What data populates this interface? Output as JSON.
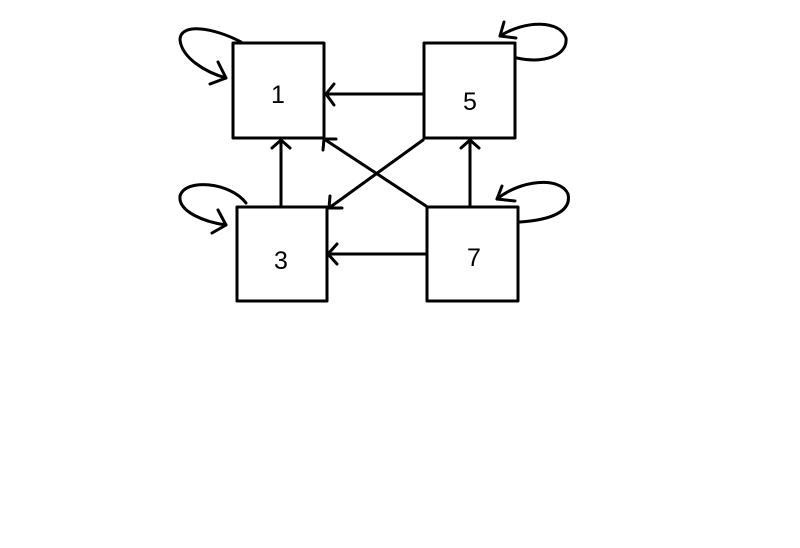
{
  "nodes": [
    {
      "id": "1",
      "label": "1"
    },
    {
      "id": "5",
      "label": "5"
    },
    {
      "id": "3",
      "label": "3"
    },
    {
      "id": "7",
      "label": "7"
    }
  ],
  "edges": [
    {
      "from": "1",
      "to": "1"
    },
    {
      "from": "5",
      "to": "5"
    },
    {
      "from": "3",
      "to": "3"
    },
    {
      "from": "7",
      "to": "7"
    },
    {
      "from": "5",
      "to": "1"
    },
    {
      "from": "3",
      "to": "1"
    },
    {
      "from": "7",
      "to": "5"
    },
    {
      "from": "7",
      "to": "3"
    },
    {
      "from": "7",
      "to": "1"
    },
    {
      "from": "5",
      "to": "3"
    }
  ]
}
